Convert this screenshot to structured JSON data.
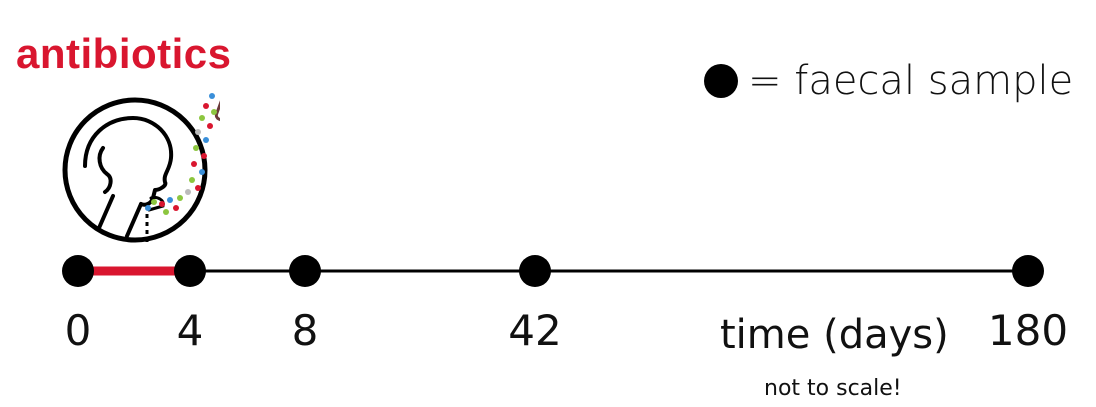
{
  "title": "antibiotics",
  "legend": {
    "text": "= faecal sample"
  },
  "colors": {
    "antibiotic": "#d9162f",
    "axis": "#000000",
    "sample": "#000000"
  },
  "icons": [
    "person-drinking-icon",
    "pill-bottle-icon"
  ],
  "chart_data": {
    "type": "timeline",
    "xlabel": "time (days)",
    "note": "not to scale!",
    "samples": [
      {
        "day": 0,
        "label": "0"
      },
      {
        "day": 4,
        "label": "4"
      },
      {
        "day": 8,
        "label": "8"
      },
      {
        "day": 42,
        "label": "42"
      },
      {
        "day": 180,
        "label": "180"
      }
    ],
    "antibiotic_period": {
      "start": 0,
      "end": 4
    }
  }
}
